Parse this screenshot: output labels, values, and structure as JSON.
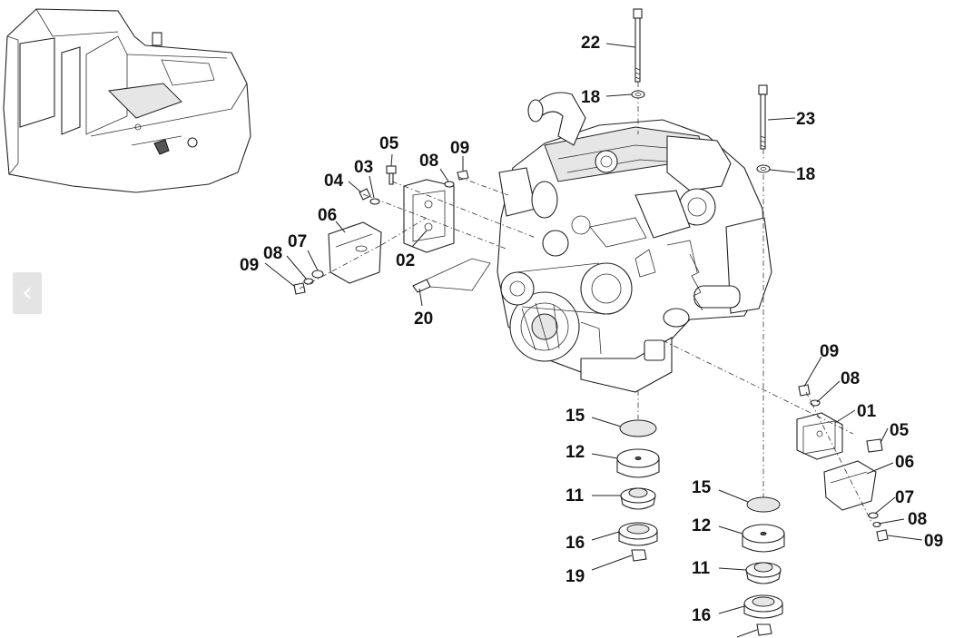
{
  "navigation": {
    "prev_icon": "chevron-left-icon",
    "prev_glyph": "‹"
  },
  "callouts": [
    {
      "id": "c22",
      "text": "22"
    },
    {
      "id": "c18a",
      "text": "18"
    },
    {
      "id": "c23",
      "text": "23"
    },
    {
      "id": "c18b",
      "text": "18"
    },
    {
      "id": "c05a",
      "text": "05"
    },
    {
      "id": "c08a",
      "text": "08"
    },
    {
      "id": "c09a",
      "text": "09"
    },
    {
      "id": "c04",
      "text": "04"
    },
    {
      "id": "c03",
      "text": "03"
    },
    {
      "id": "c06a",
      "text": "06"
    },
    {
      "id": "c07a",
      "text": "07"
    },
    {
      "id": "c08b",
      "text": "08"
    },
    {
      "id": "c09b",
      "text": "09"
    },
    {
      "id": "c02",
      "text": "02"
    },
    {
      "id": "c20",
      "text": "20"
    },
    {
      "id": "c09c",
      "text": "09"
    },
    {
      "id": "c08c",
      "text": "08"
    },
    {
      "id": "c01",
      "text": "01"
    },
    {
      "id": "c05b",
      "text": "05"
    },
    {
      "id": "c06b",
      "text": "06"
    },
    {
      "id": "c07b",
      "text": "07"
    },
    {
      "id": "c08d",
      "text": "08"
    },
    {
      "id": "c09d",
      "text": "09"
    },
    {
      "id": "c15a",
      "text": "15"
    },
    {
      "id": "c12a",
      "text": "12"
    },
    {
      "id": "c11a",
      "text": "11"
    },
    {
      "id": "c16a",
      "text": "16"
    },
    {
      "id": "c19",
      "text": "19"
    },
    {
      "id": "c15b",
      "text": "15"
    },
    {
      "id": "c12b",
      "text": "12"
    },
    {
      "id": "c11b",
      "text": "11"
    },
    {
      "id": "c16b",
      "text": "16"
    }
  ]
}
